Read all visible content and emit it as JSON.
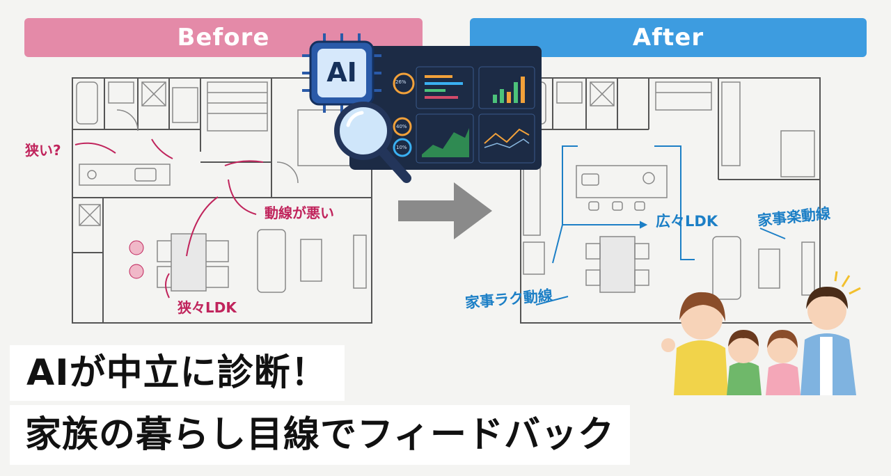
{
  "before_label": "Before",
  "after_label": "After",
  "colors": {
    "before_tab": "#e48aa8",
    "after_tab": "#3d9ce0",
    "pink_annotation": "#c0245c",
    "blue_annotation": "#1c7fc6",
    "chip": "#2a5aa8"
  },
  "ai_badge": "AI",
  "dashboard": {
    "gauge_1": "26%",
    "gauge_2": "40%",
    "gauge_3": "10%"
  },
  "before_annotations": {
    "narrow": "狭い?",
    "bad_flow": "動線が悪い",
    "narrow_ldk": "狭々LDK"
  },
  "after_annotations": {
    "wide_ldk": "広々LDK",
    "easy_chores_1": "家事楽動線",
    "easy_chores_2": "家事ラク動線"
  },
  "headline": {
    "line1": "AIが中立に診断！",
    "line2": "家族の暮らし目線でフィードバック"
  },
  "icons": [
    "ai-chip-icon",
    "magnifier-icon",
    "arrow-right-icon",
    "family-illustration"
  ]
}
